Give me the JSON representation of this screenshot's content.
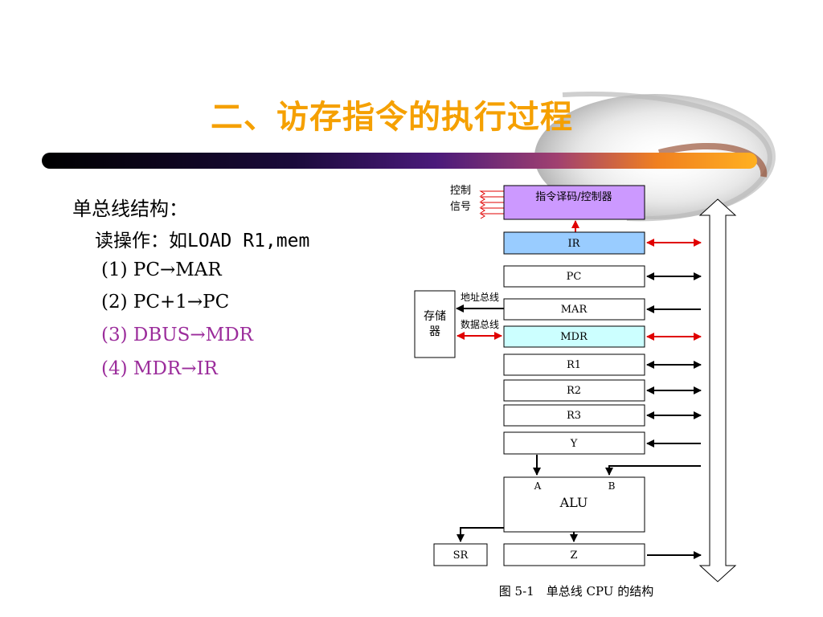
{
  "slide": {
    "title": "二、访存指令的执行过程",
    "heading": "单总线结构：",
    "read_op_prefix": "读操作：如",
    "read_op_code": "LOAD R1,mem",
    "steps": [
      "(1) PC→MAR",
      "(2) PC+1→PC",
      "(3) DBUS→MDR",
      "(4) MDR→IR"
    ]
  },
  "diagram": {
    "ctrl_signal_line1": "控制",
    "ctrl_signal_line2": "信号",
    "controller": "指令译码/控制器",
    "registers": [
      "IR",
      "PC",
      "MAR",
      "MDR",
      "R1",
      "R2",
      "R3",
      "Y"
    ],
    "memory_line1": "存储",
    "memory_line2": "器",
    "addr_bus": "地址总线",
    "data_bus": "数据总线",
    "alu": "ALU",
    "alu_in_a": "A",
    "alu_in_b": "B",
    "sr": "SR",
    "z": "Z",
    "caption": "图 5-1　单总线 CPU 的结构"
  },
  "colors": {
    "title": "#f5a000",
    "highlight": "#9b2c9b",
    "controller_fill": "#cc99ff",
    "ir_fill": "#99ccff",
    "mdr_fill": "#ccffff",
    "bus_arrow_red": "#e00000"
  }
}
